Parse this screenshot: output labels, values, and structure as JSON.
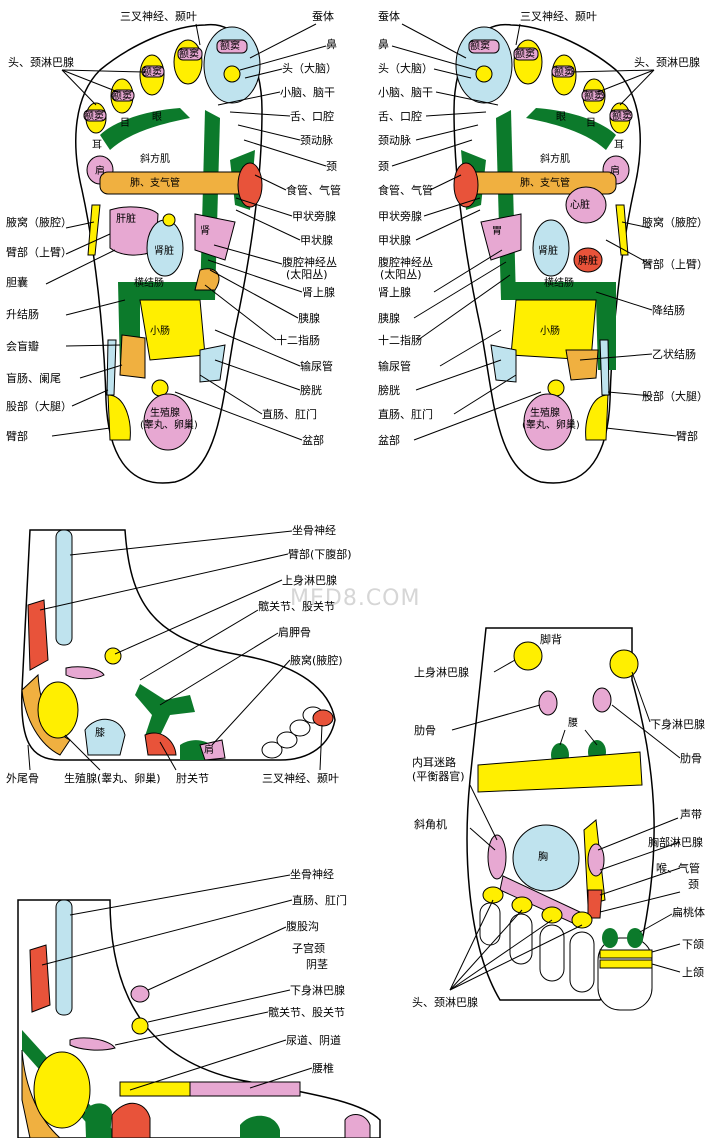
{
  "watermark": "MED8.COM",
  "left_sole": {
    "labels_left": [
      "头、颈淋巴腺",
      "腋窝（腋腔）",
      "臂部（上臂）",
      "胆囊",
      "升结肠",
      "会盲瓣",
      "盲肠、阑尾",
      "股部（大腿）",
      "臂部"
    ],
    "labels_right": [
      "三叉神经、颞叶",
      "蚕体",
      "鼻",
      "头（大脑）",
      "小脑、脑干",
      "舌、口腔",
      "颈动脉",
      "颈",
      "食管、气管",
      "甲状旁腺",
      "甲状腺",
      "腹腔神经丛",
      "(太阳丛)",
      "肾上腺",
      "胰腺",
      "十二指肠",
      "输尿管",
      "膀胱",
      "直肠、肛门",
      "盆部"
    ],
    "inner": [
      "额窦",
      "额窦",
      "额窦",
      "额窦",
      "额窦",
      "眼",
      "目",
      "耳",
      "肩",
      "斜方肌",
      "肺、支气管",
      "肝脏",
      "肾脏",
      "肾",
      "横结肠",
      "小肠",
      "生殖腺",
      "(睾丸、卵巢)"
    ]
  },
  "right_sole": {
    "labels_left": [
      "蚕体",
      "鼻",
      "头（大脑）",
      "小脑、脑干",
      "舌、口腔",
      "颈动脉",
      "颈",
      "食管、气管",
      "甲状旁腺",
      "甲状腺",
      "腹腔神经丛",
      "(太阳丛)",
      "肾上腺",
      "胰腺",
      "十二指肠",
      "输尿管",
      "膀胱",
      "直肠、肛门",
      "盆部"
    ],
    "labels_right": [
      "三叉神经、颞叶",
      "头、颈淋巴腺",
      "腋窝（腋腔）",
      "臂部（上臂）",
      "降结肠",
      "乙状结肠",
      "股部（大腿）",
      "臂部"
    ],
    "inner": [
      "额窦",
      "额窦",
      "额窦",
      "额窦",
      "额窦",
      "眼",
      "目",
      "耳",
      "斜方肌",
      "肺、支气管",
      "心脏",
      "胃",
      "肾脏",
      "脾脏",
      "横结肠",
      "小肠",
      "生殖腺",
      "(睾丸、卵巢)",
      "肩"
    ]
  },
  "outer_foot": {
    "labels": [
      "坐骨神经",
      "臂部(下腹部)",
      "上身淋巴腺",
      "髋关节、股关节",
      "肩胛骨",
      "腋窝(腋腔)",
      "外尾骨",
      "生殖腺(睾丸、卵巢)",
      "肘关节",
      "三叉神经、颞叶"
    ],
    "inner": [
      "膝",
      "肩"
    ]
  },
  "dorsum": {
    "title": "脚背",
    "labels_left": [
      "上身淋巴腺",
      "肋骨",
      "内耳迷路",
      "(平衡器官)",
      "斜角机",
      "头、颈淋巴腺"
    ],
    "labels_right": [
      "下身淋巴腺",
      "肋骨",
      "声带",
      "胸部淋巴腺",
      "喉、气管",
      "颈",
      "扁桃体",
      "下颌",
      "上颌"
    ],
    "inner": [
      "腰",
      "胸"
    ]
  },
  "inner_foot": {
    "labels": [
      "坐骨神经",
      "直肠、肛门",
      "腹股沟",
      "子宫颈",
      "阴茎",
      "下身淋巴腺",
      "髋关节、股关节",
      "尿道、阴道",
      "腰椎"
    ]
  },
  "colors": {
    "yellow": "#ffef00",
    "green": "#0c7a2b",
    "pink": "#e7a8d2",
    "blue": "#bfe3ee",
    "red": "#e8533a",
    "orange": "#f0b040",
    "line": "#000000"
  }
}
